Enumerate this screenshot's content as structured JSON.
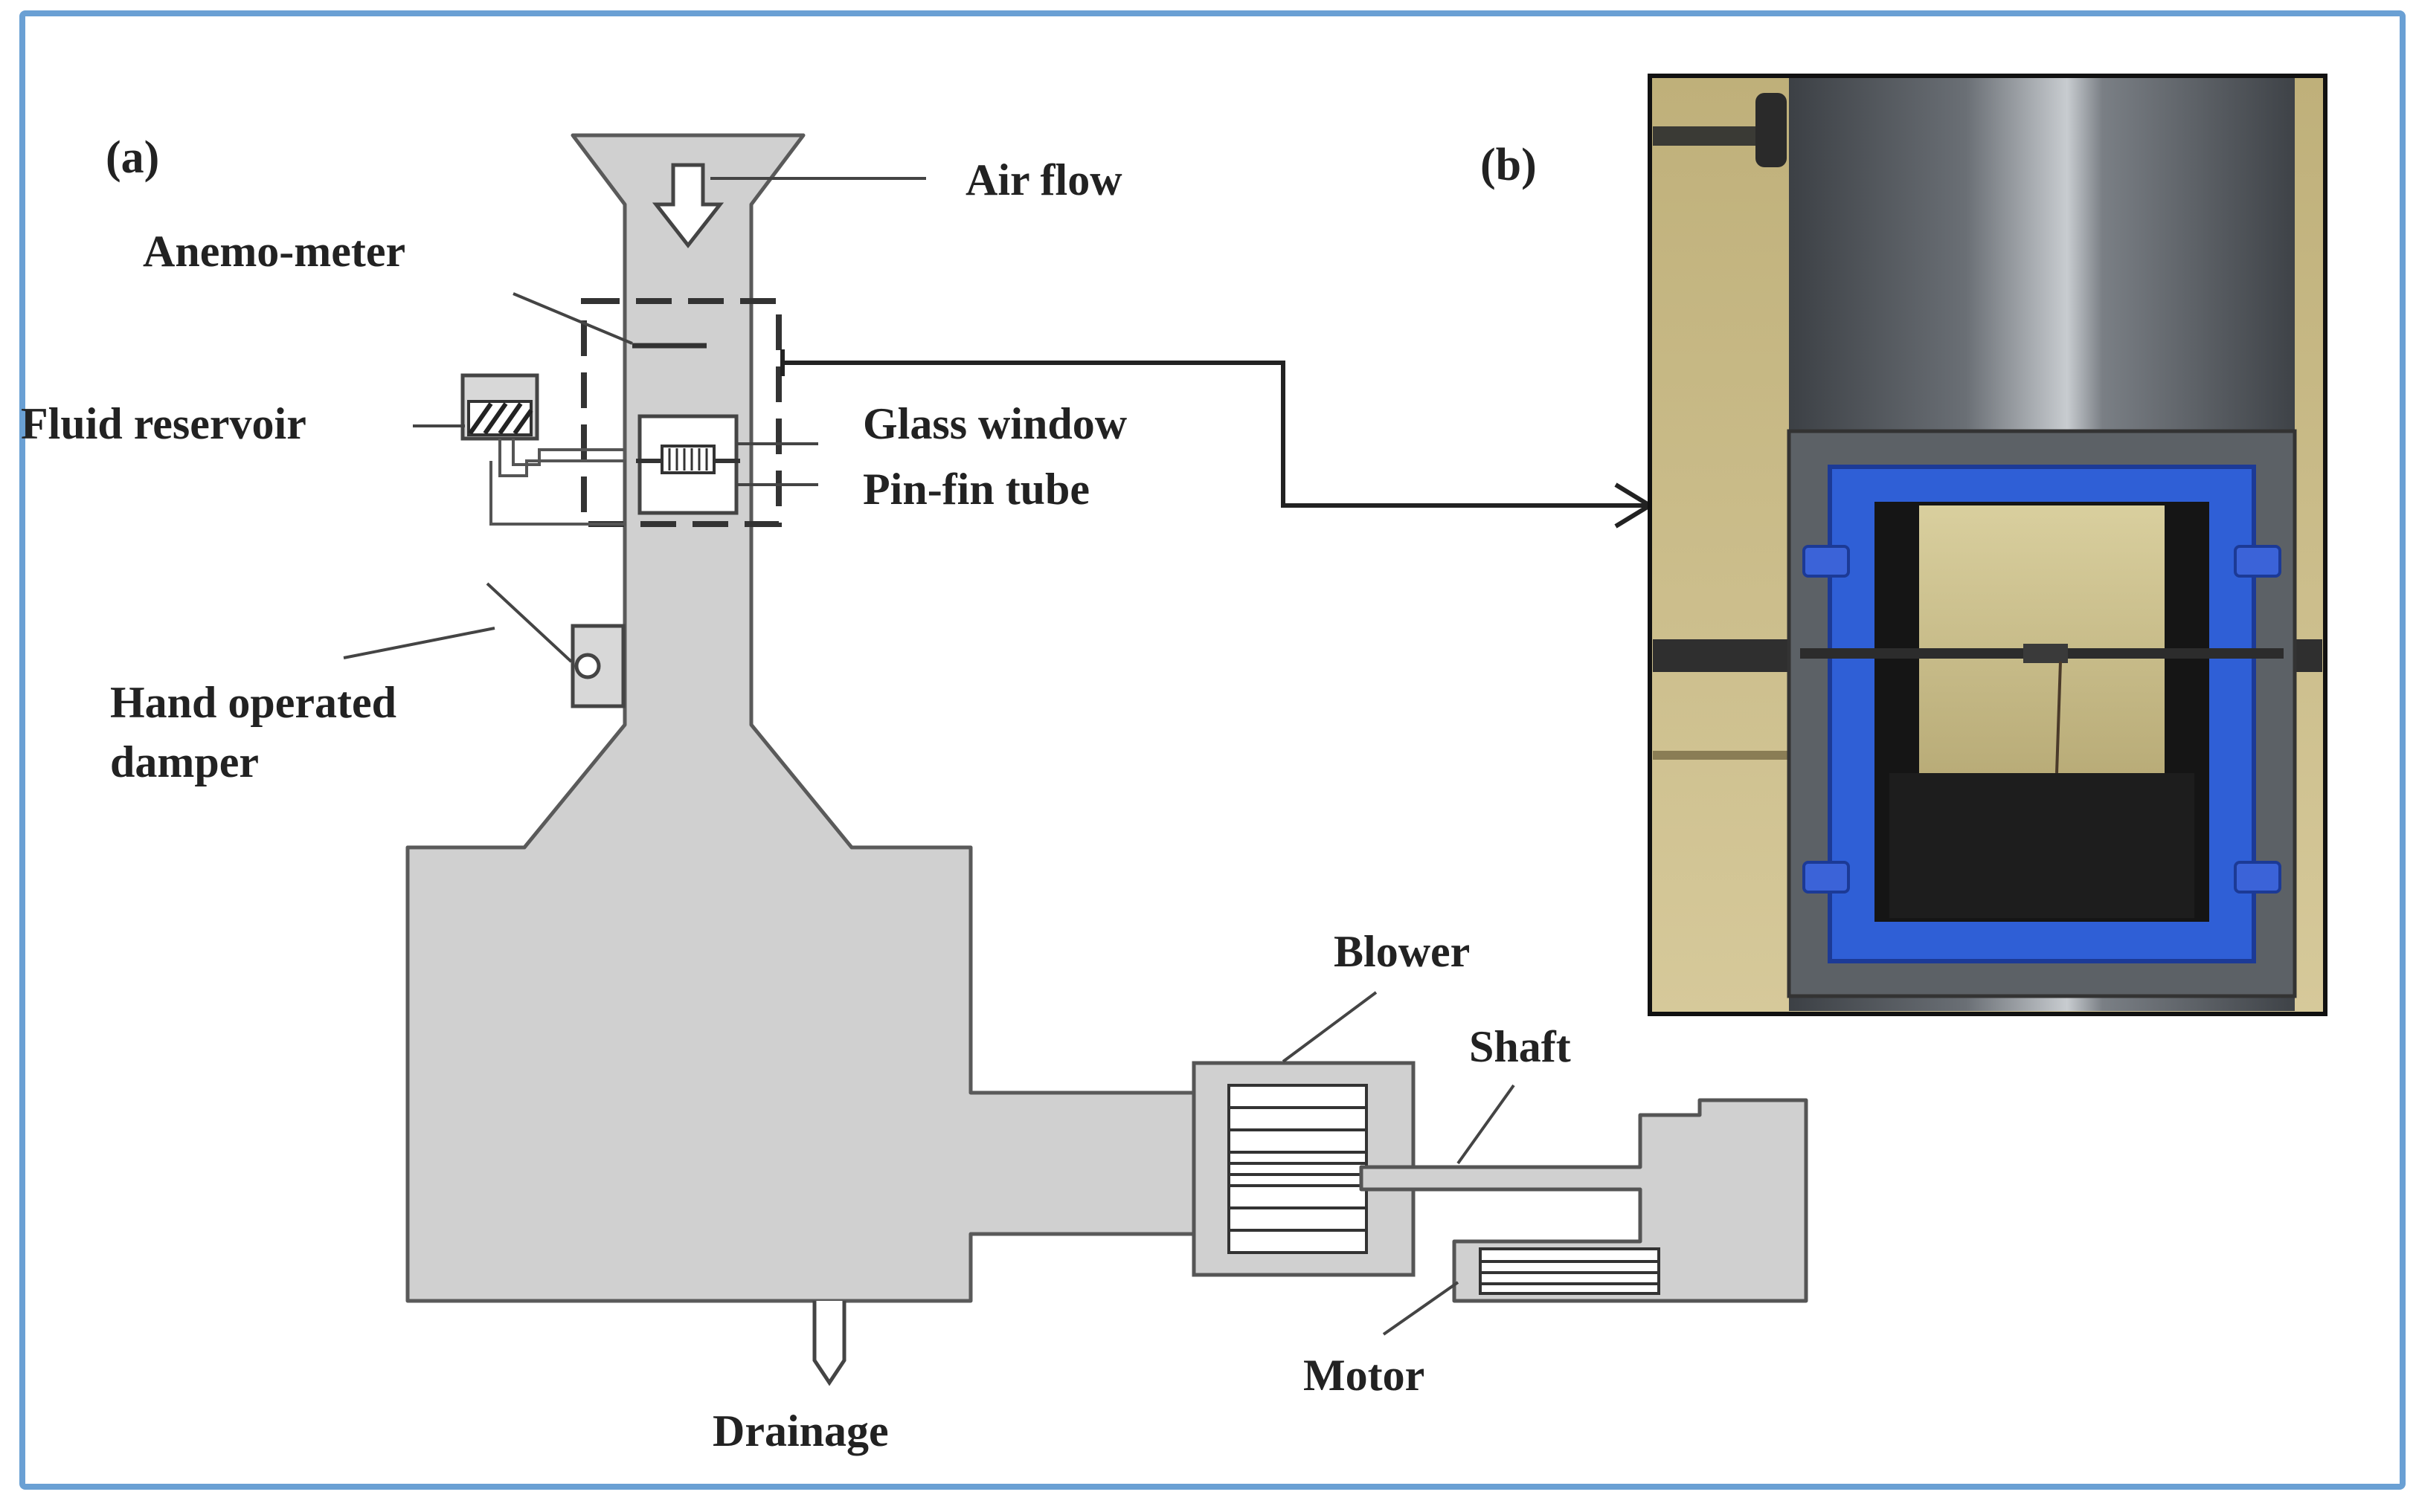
{
  "panels": {
    "a_label": "(a)",
    "b_label": "(b)"
  },
  "labels": {
    "air_flow": "Air flow",
    "anemometer": "Anemo-meter",
    "fluid_reservoir": "Fluid reservoir",
    "glass_window": "Glass window",
    "pin_fin_tube": "Pin-fin tube",
    "damper_line1": "Hand operated",
    "damper_line2": "damper",
    "blower": "Blower",
    "shaft": "Shaft",
    "motor": "Motor",
    "drainage": "Drainage"
  },
  "colors": {
    "frame_border": "#6aa0d4",
    "duct_fill": "#d0d0d0",
    "line": "#4a4a4a",
    "photo_blue": "#2f5fd6",
    "photo_wall": "#cbbd82"
  }
}
